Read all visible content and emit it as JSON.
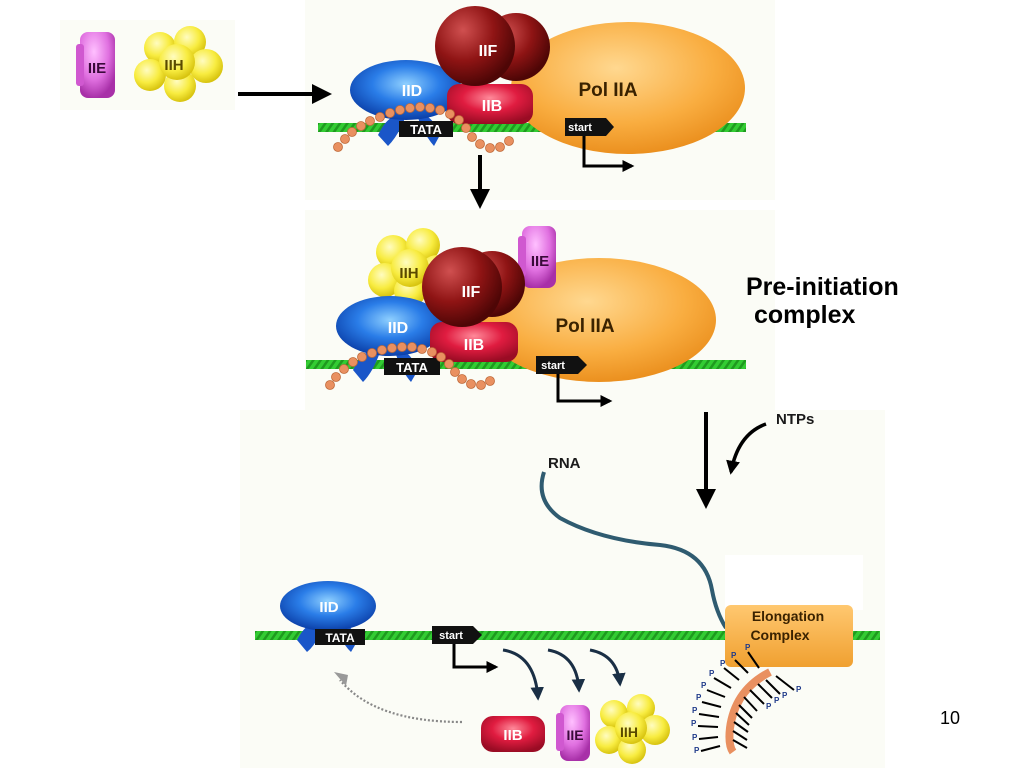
{
  "labels": {
    "pic_title_1": "Pre-initiation",
    "pic_title_2": "complex",
    "ntps": "NTPs",
    "rna": "RNA",
    "elongation_1": "Elongation",
    "elongation_2": "Complex",
    "start": "start",
    "tata": "TATA",
    "iid": "IID",
    "iib": "IIB",
    "iif": "IIF",
    "iie": "IIE",
    "iih": "IIH",
    "pol": "Pol IIA",
    "phospho": "P"
  },
  "page_number": "10",
  "colors": {
    "dna": "#33cc33",
    "dna_dark": "#1f9a1f",
    "iid": "#1565d8",
    "iib": "#d8143c",
    "iif": "#8a1010",
    "iie": "#e070e0",
    "iih": "#f8ec40",
    "pol": "#f7a93a",
    "bead": "#e99060",
    "rna": "#2f5b70"
  }
}
